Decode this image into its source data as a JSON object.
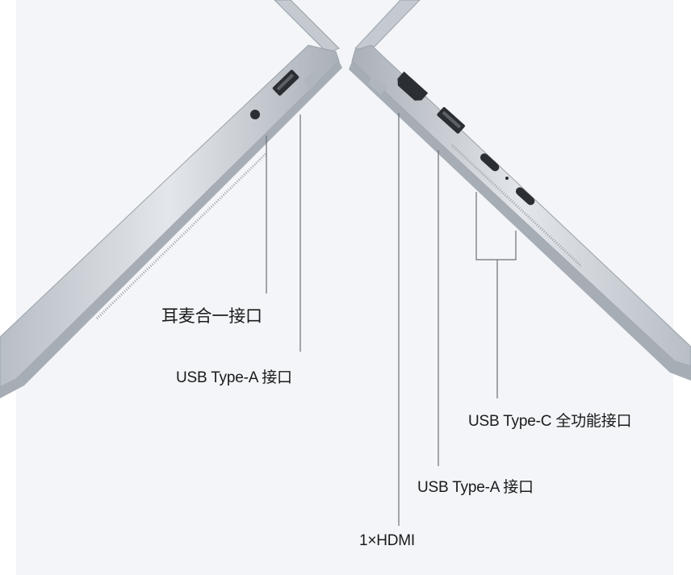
{
  "ports": {
    "headset": {
      "label": "耳麦合一接口"
    },
    "usb_a_left": {
      "label": "USB Type-A  接口"
    },
    "usb_c": {
      "label": "USB Type-C 全功能接口"
    },
    "usb_a_right": {
      "label": "USB Type-A  接口"
    },
    "hdmi": {
      "label": "1×HDMI"
    }
  },
  "colors": {
    "background": "#f3f5f8",
    "chassis": "#c9ced5",
    "chassis_dark": "#8e959e",
    "port": "#2b2e33",
    "leader_line": "#6b6f75",
    "text": "#1a1a1a"
  }
}
